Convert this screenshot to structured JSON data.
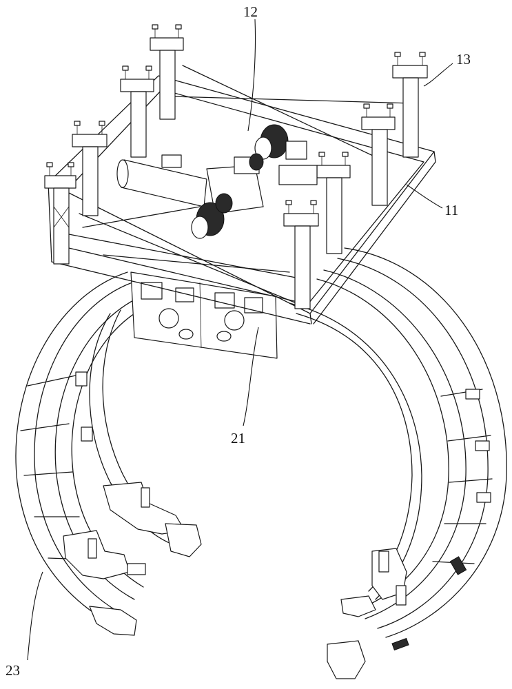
{
  "labels": {
    "l12": "12",
    "l13": "13",
    "l11": "11",
    "l21": "21",
    "l23": "23"
  }
}
